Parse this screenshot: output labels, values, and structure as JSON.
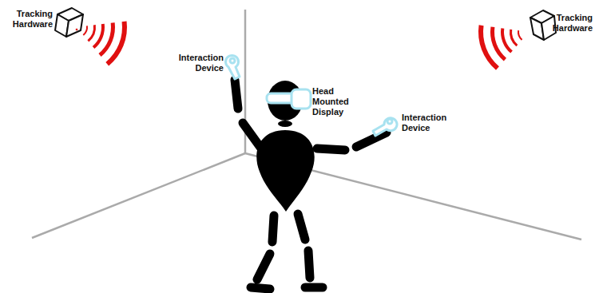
{
  "diagram": {
    "labels": [
      "Tracking Hardware",
      "Interaction Device",
      "Head Mounted Display",
      "Interaction Device",
      "Tracking Hardware"
    ]
  }
}
